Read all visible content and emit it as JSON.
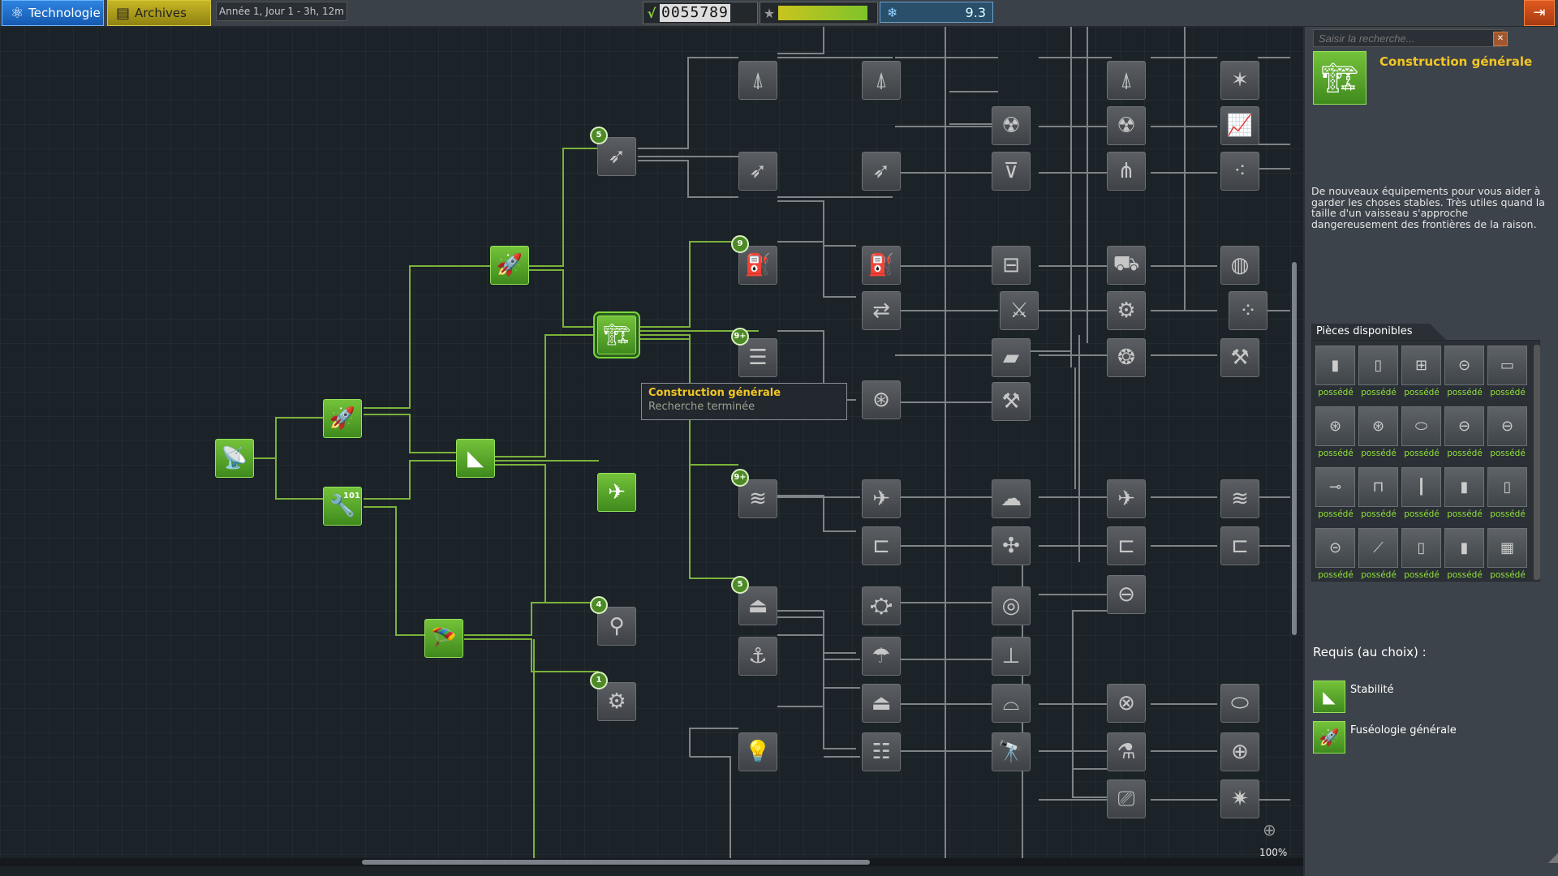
{
  "topbar": {
    "tab_technology": "Technologie",
    "tab_archives": "Archives",
    "date": "Année 1, Jour  1 - 3h, 12m",
    "funds_symbol": "√",
    "funds_value": "0055789",
    "science_value": "9.3",
    "icons": {
      "technology": "atom-icon",
      "archives": "archive-icon",
      "reputation": "star-icon",
      "science": "science-icon",
      "exit": "exit-icon"
    }
  },
  "tree": {
    "tooltip": {
      "title": "Construction générale",
      "subtitle": "Recherche terminée"
    },
    "badges": {
      "n1": "5",
      "n2": "9",
      "n3": "9+",
      "n4": "9+",
      "n5": "5",
      "n6": "4",
      "n7": "1",
      "n8": "101"
    },
    "zoom": "100%"
  },
  "panel": {
    "search_placeholder": "Saisir la recherche...",
    "selected_title": "Construction générale",
    "selected_description": "De nouveaux équipements pour vous aider à garder les choses stables. Très utiles quand la taille d'un vaisseau s'approche dangereusement des frontières de la raison.",
    "parts_tab": "Pièces disponibles",
    "owned_label": "possédé",
    "requires_title": "Requis (au choix) :",
    "requires": [
      {
        "label": "Stabilité",
        "icon": "stability-icon"
      },
      {
        "label": "Fuséologie générale",
        "icon": "rocket-icon"
      }
    ]
  },
  "colors": {
    "researched": "#5aa52c",
    "unresearched": "#4d5155",
    "accent": "#f3c623",
    "owned": "#90e03a"
  }
}
